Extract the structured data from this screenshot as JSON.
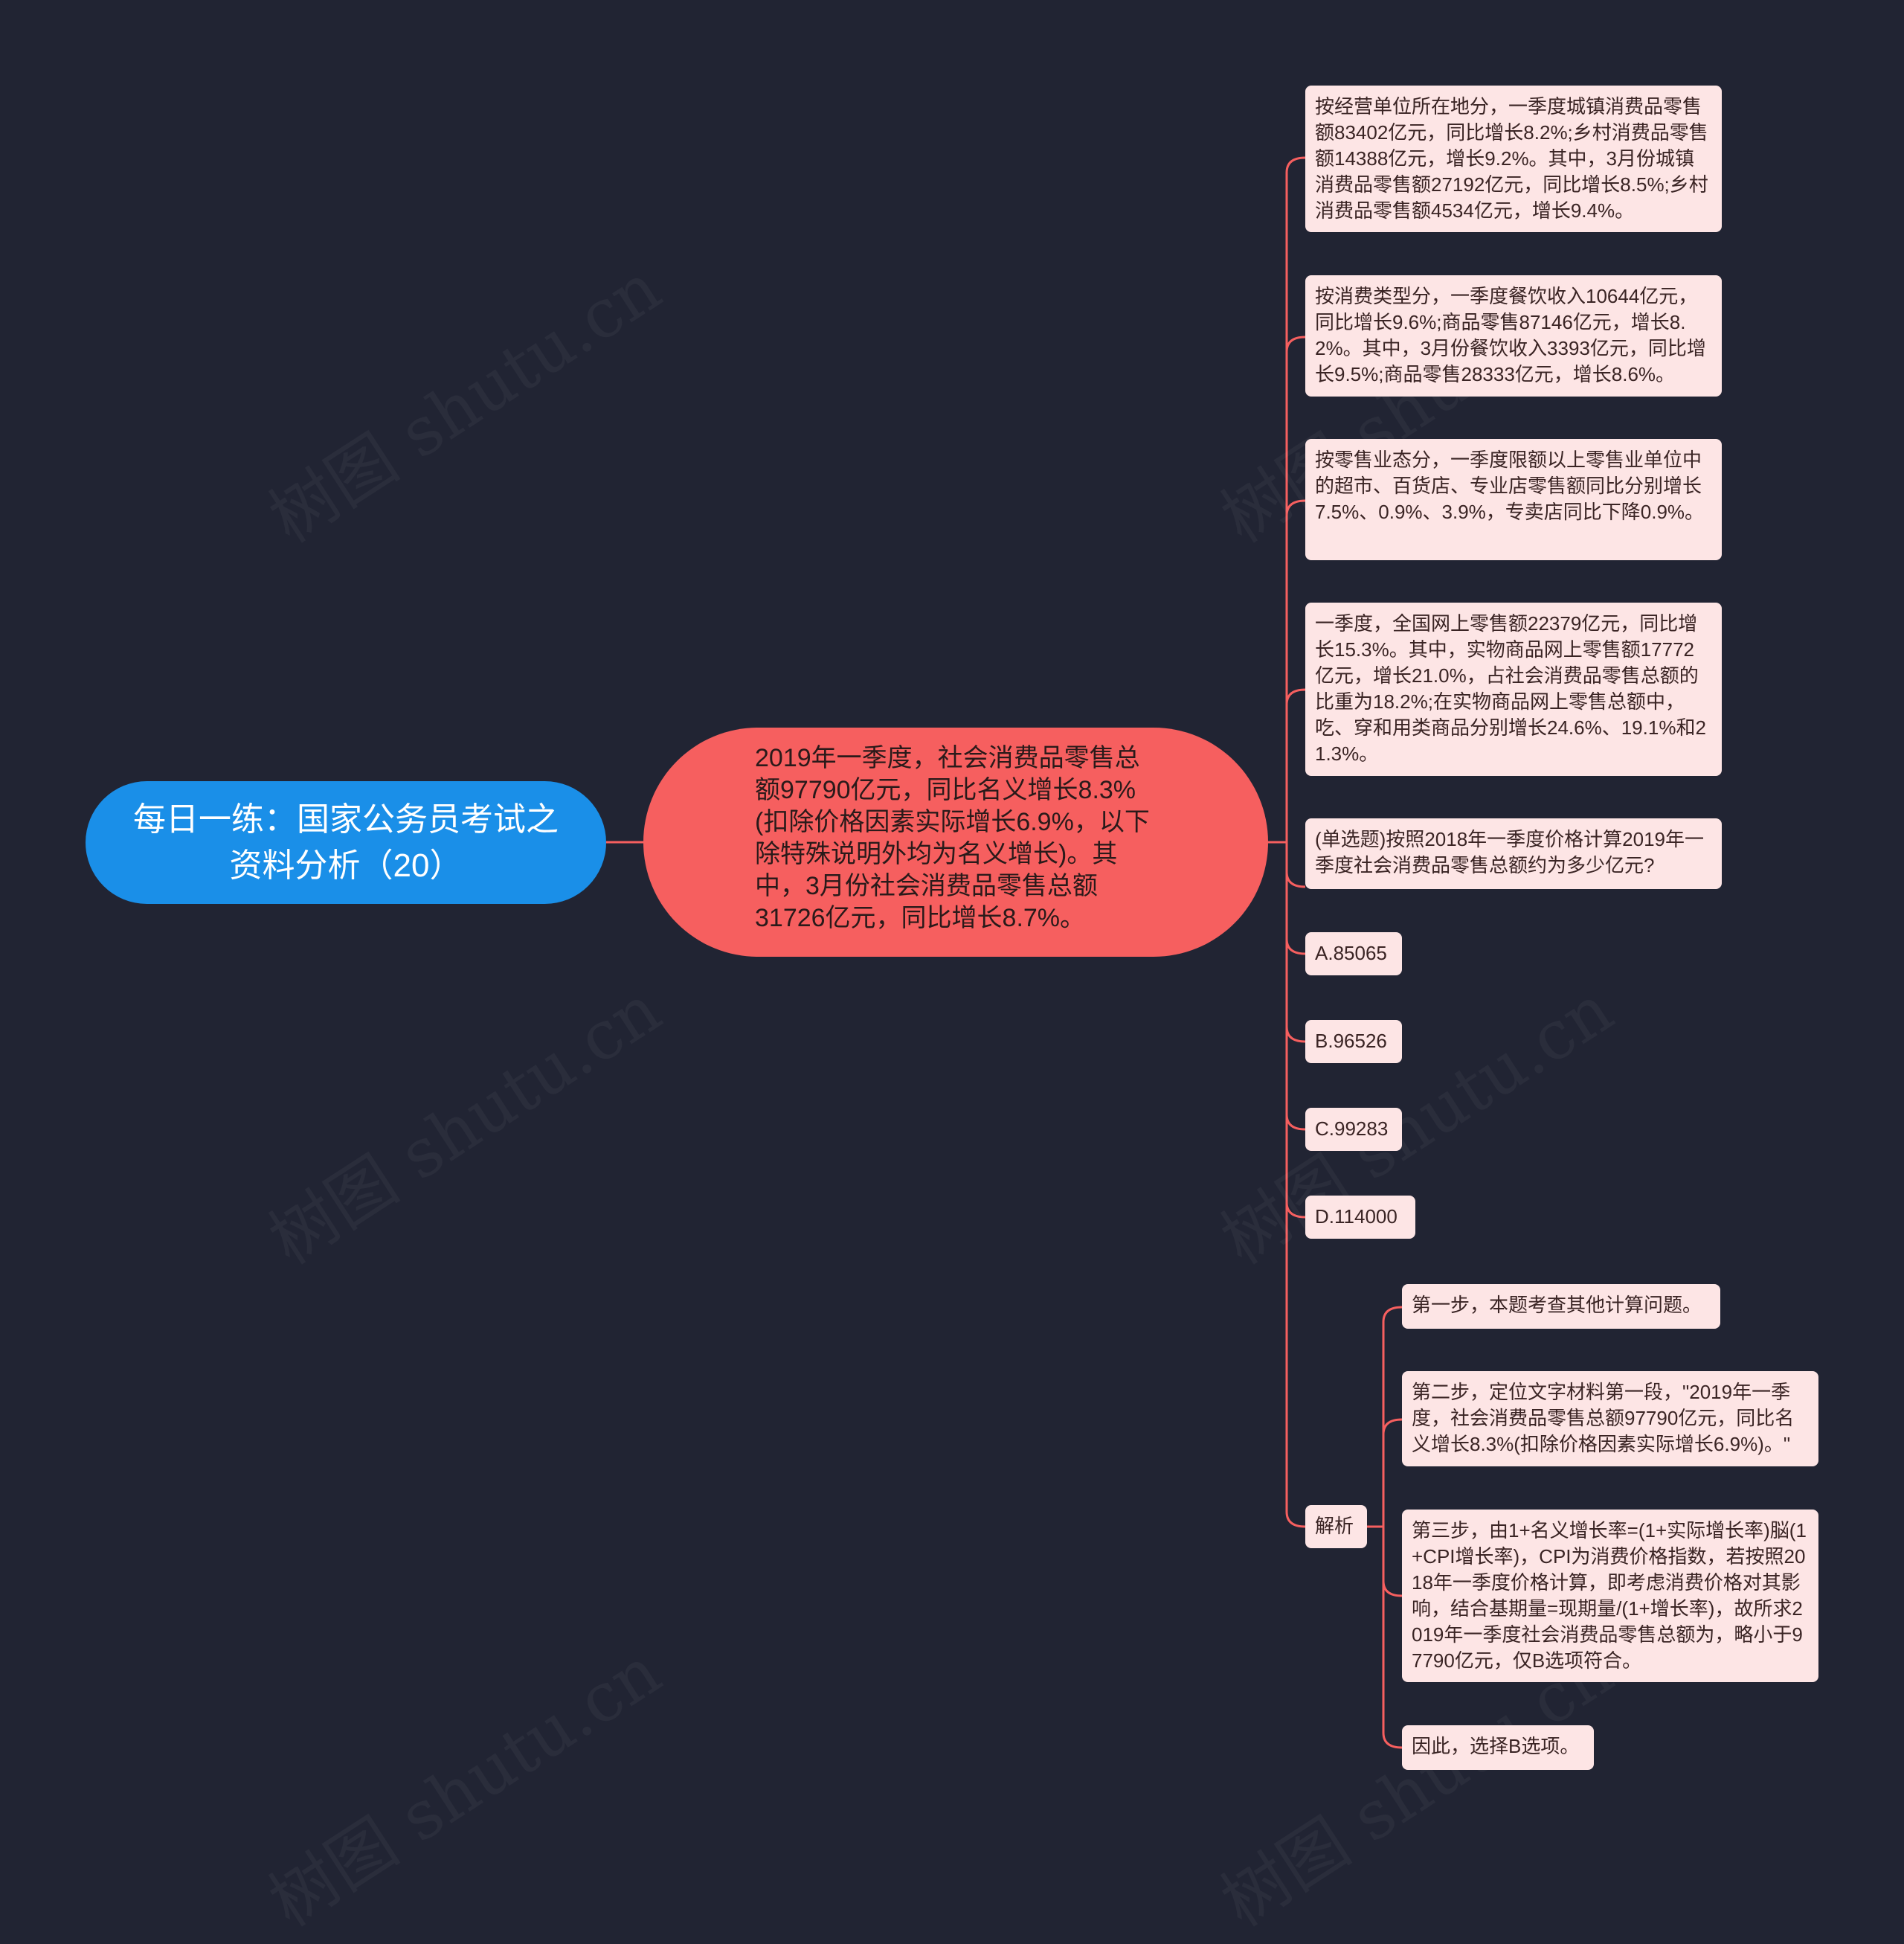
{
  "root": {
    "title": "每日一练：国家公务员考试之资料分析（20）"
  },
  "hub": {
    "text": "2019年一季度，社会消费品零售总额97790亿元，同比名义增长8.3%(扣除价格因素实际增长6.9%，以下除特殊说明外均为名义增长)。其中，3月份社会消费品零售总额31726亿元，同比增长8.7%。"
  },
  "branches": {
    "b1": "按经营单位所在地分，一季度城镇消费品零售额83402亿元，同比增长8.2%;乡村消费品零售额14388亿元，增长9.2%。其中，3月份城镇消费品零售额27192亿元，同比增长8.5%;乡村消费品零售额4534亿元，增长9.4%。",
    "b2": "按消费类型分，一季度餐饮收入10644亿元，同比增长9.6%;商品零售87146亿元，增长8.2%。其中，3月份餐饮收入3393亿元，同比增长9.5%;商品零售28333亿元，增长8.6%。",
    "b3": "按零售业态分，一季度限额以上零售业单位中的超市、百货店、专业店零售额同比分别增长7.5%、0.9%、3.9%，专卖店同比下降0.9%。",
    "b4": "一季度，全国网上零售额22379亿元，同比增长15.3%。其中，实物商品网上零售额17772亿元，增长21.0%，占社会消费品零售总额的比重为18.2%;在实物商品网上零售总额中，吃、穿和用类商品分别增长24.6%、19.1%和21.3%。",
    "question": "(单选题)按照2018年一季度价格计算2019年一季度社会消费品零售总额约为多少亿元?",
    "option_a": "A.85065",
    "option_b": "B.96526",
    "option_c": "C.99283",
    "option_d": "D.114000",
    "analysis": "解析"
  },
  "analysis_steps": {
    "s1": "第一步，本题考查其他计算问题。",
    "s2": "第二步，定位文字材料第一段，\"2019年一季度，社会消费品零售总额97790亿元，同比名义增长8.3%(扣除价格因素实际增长6.9%)。\"",
    "s3": "第三步，由1+名义增长率=(1+实际增长率)脳(1+CPI增长率)，CPI为消费价格指数，若按照2018年一季度价格计算，即考虑消费价格对其影响，结合基期量=现期量/(1+增长率)，故所求2019年一季度社会消费品零售总额为，略小于97790亿元，仅B选项符合。",
    "s4": "因此，选择B选项。"
  },
  "watermark": "树图 shutu.cn",
  "colors": {
    "background": "#212433",
    "root": "#1a8fe8",
    "hub": "#f65f5f",
    "leaf": "#fde5e5",
    "connector": "#f65f5f"
  }
}
